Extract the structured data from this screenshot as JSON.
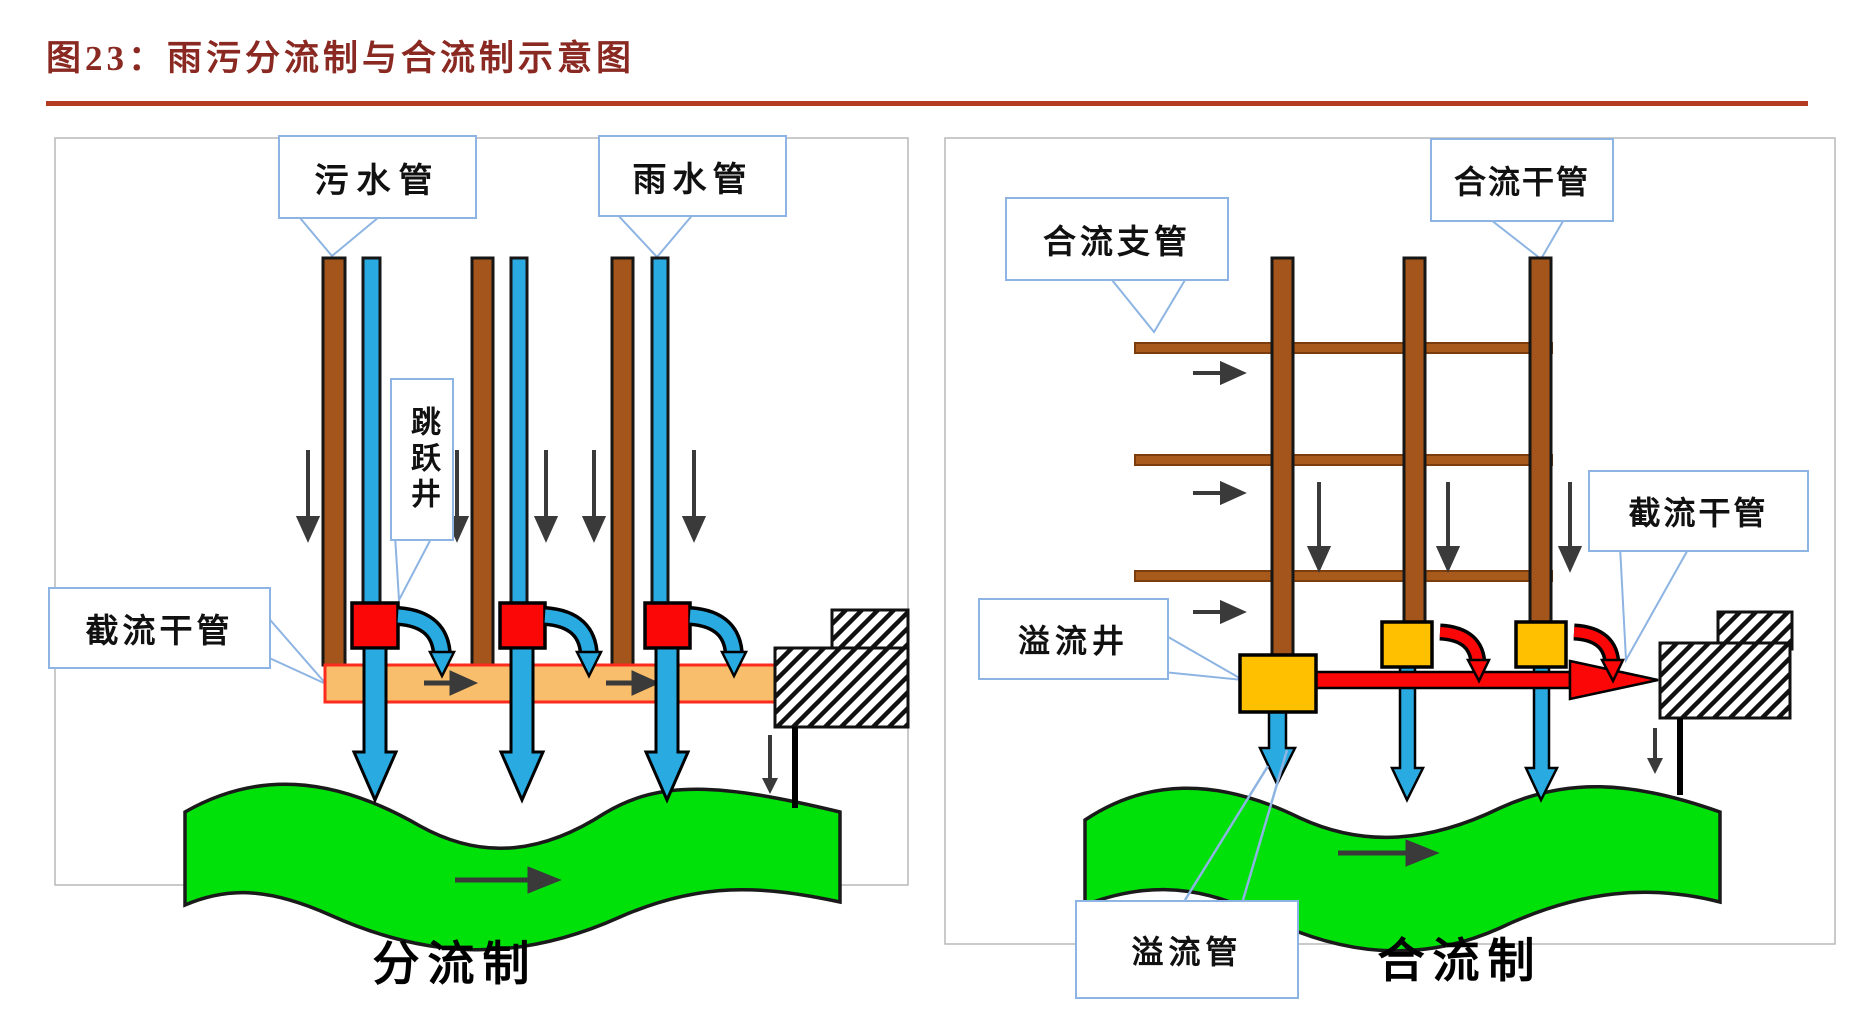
{
  "title": "图23：雨污分流制与合流制示意图",
  "left_diagram": {
    "caption": "分流制",
    "callouts": {
      "sewage_pipe": "污水管",
      "rain_pipe": "雨水管",
      "jump_well": "跳跃井",
      "intercepting_main": "截流干管"
    }
  },
  "right_diagram": {
    "caption": "合流制",
    "callouts": {
      "combined_branch": "合流支管",
      "combined_main": "合流干管",
      "intercepting_main": "截流干管",
      "overflow_well": "溢流井",
      "overflow_pipe": "溢流管"
    }
  },
  "colors": {
    "title_maroon": "#8A2822",
    "rule_red": "#B43A21",
    "callout_border_blue": "#8DB4E2",
    "sewage_brown": "#A4551B",
    "storm_blue": "#29ABE2",
    "well_red": "#FB0707",
    "well_yellow": "#FFC000",
    "intercept_orange": "#F9BE6B",
    "river_green": "#00E109"
  }
}
